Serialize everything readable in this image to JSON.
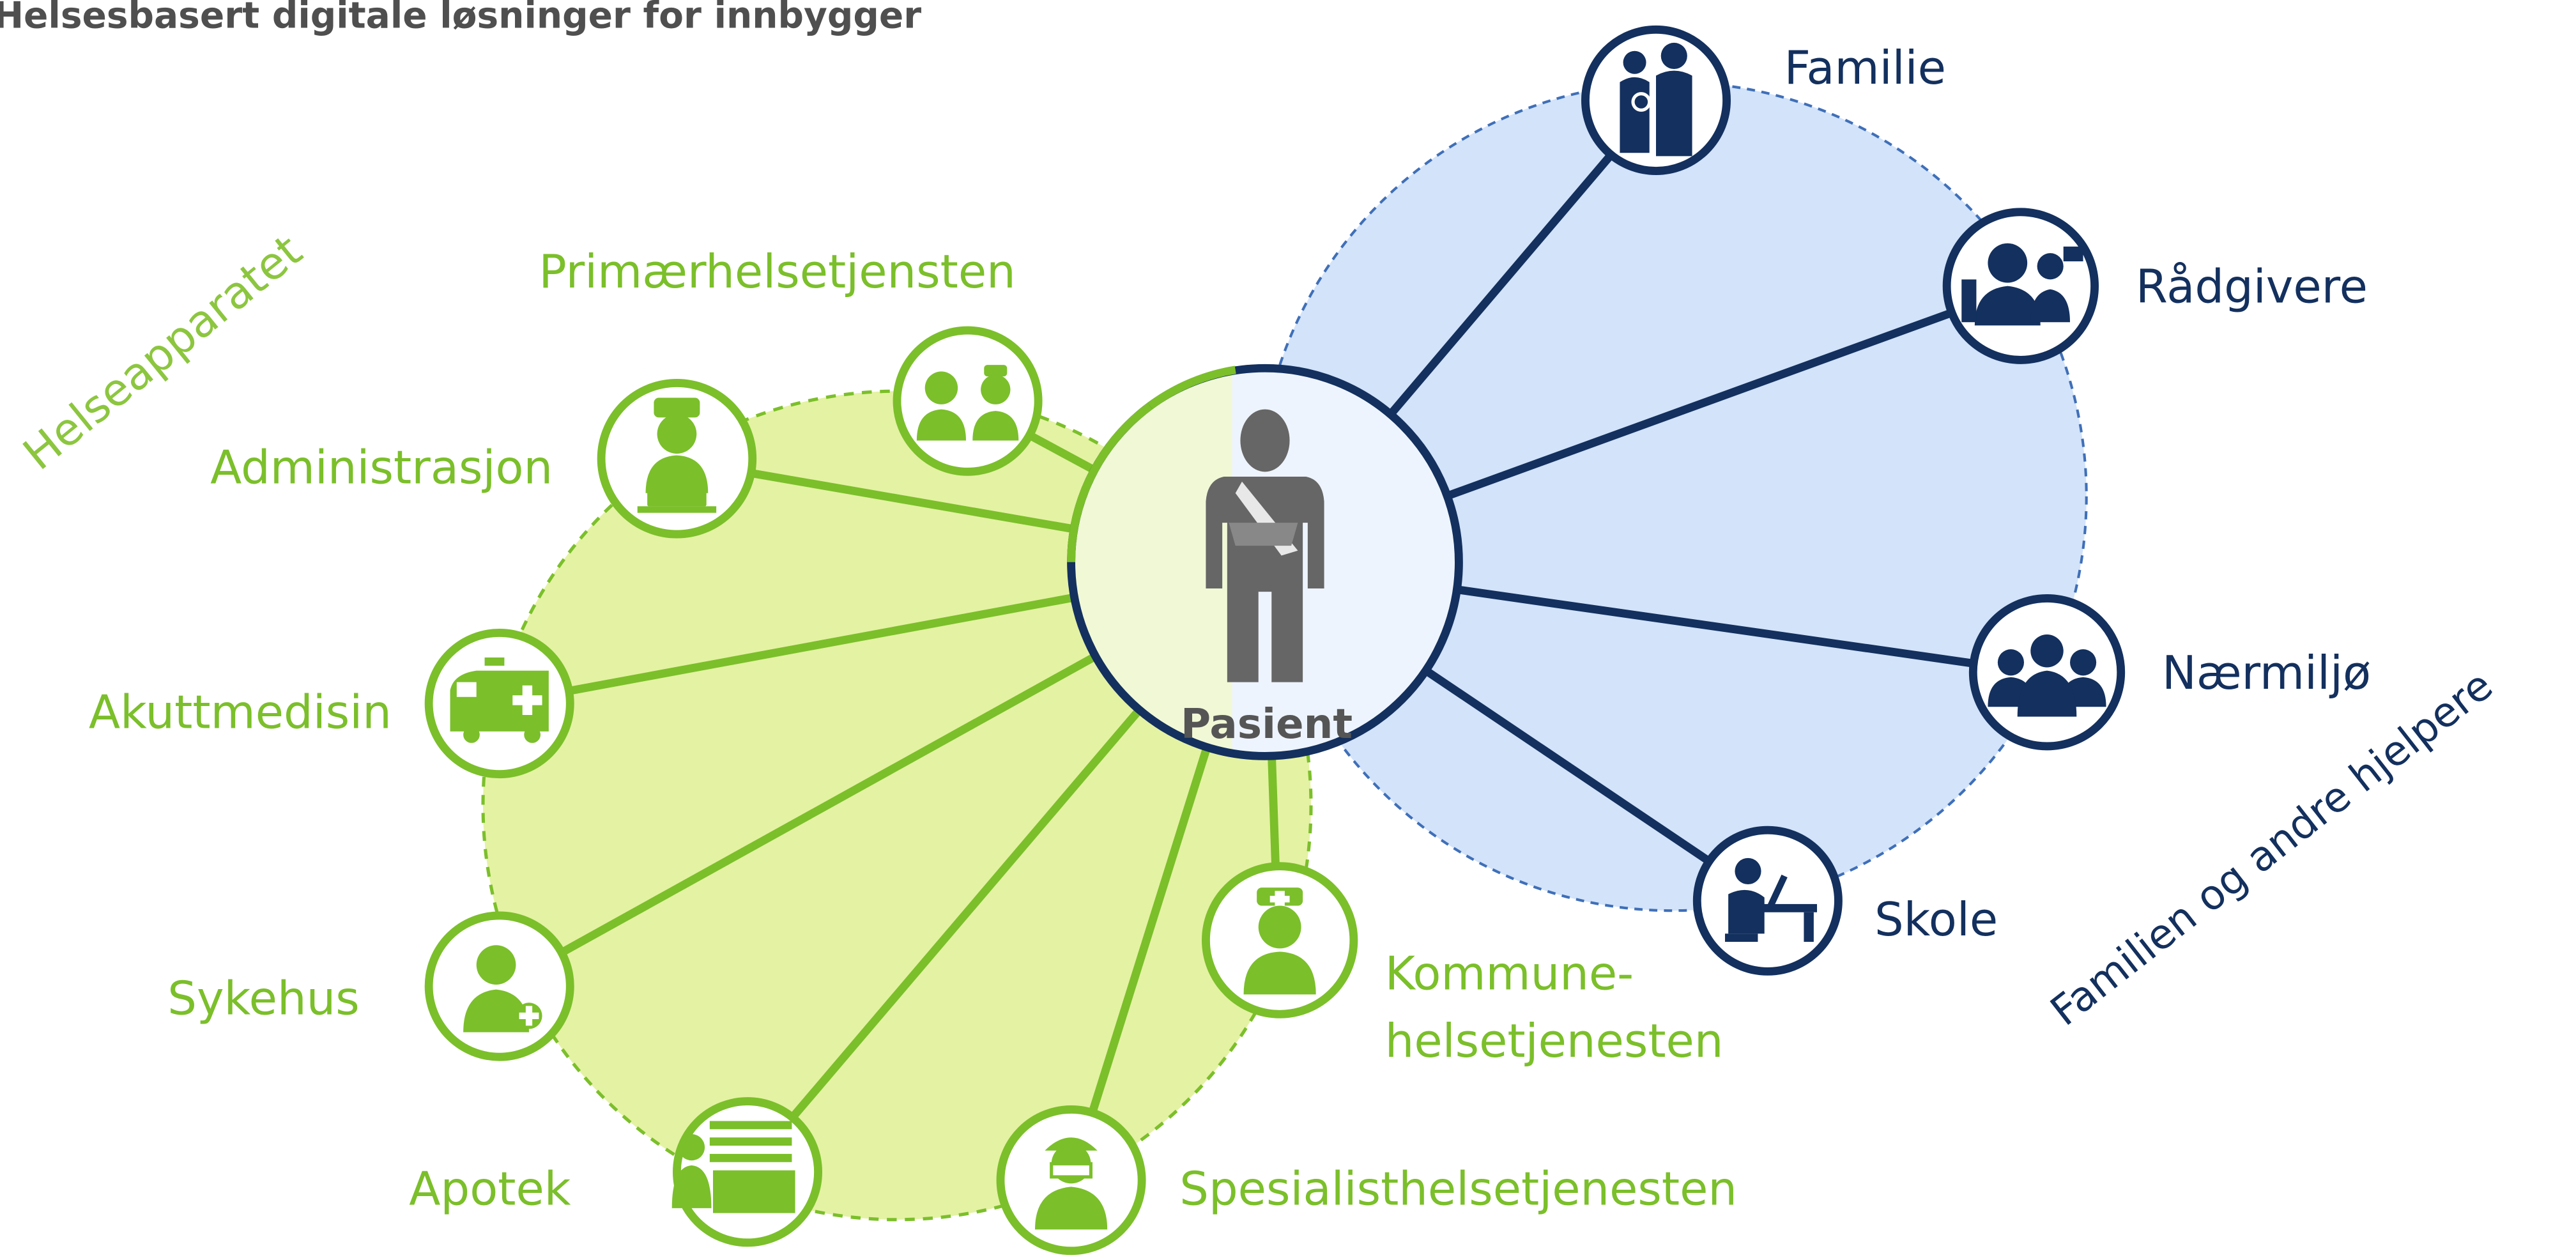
{
  "header": {
    "title": "Helsesbasert digitale løsninger for innbygger"
  },
  "colors": {
    "green": "#7bbf2a",
    "green_fill": "#e4f2a3",
    "green_title": "#8cc63f",
    "navy": "#13305e",
    "blue_fill": "#d2e3fa",
    "blue_dash": "#3f6fb8",
    "grey": "#666666"
  },
  "groups": {
    "health": {
      "label": "Helseapparatet",
      "nodes": [
        {
          "key": "primary",
          "label": "Primærhelsetjensten",
          "icon": "doctor-nurse-icon"
        },
        {
          "key": "admin",
          "label": "Administrasjon",
          "icon": "nurse-laptop-icon"
        },
        {
          "key": "emergency",
          "label": "Akuttmedisin",
          "icon": "ambulance-icon"
        },
        {
          "key": "hospital",
          "label": "Sykehus",
          "icon": "doctor-icon"
        },
        {
          "key": "pharmacy",
          "label": "Apotek",
          "icon": "pharmacist-icon"
        },
        {
          "key": "specialist",
          "label": "Spesialisthelsetjenesten",
          "icon": "surgeon-icon"
        },
        {
          "key": "municipal",
          "label_line1": "Kommune-",
          "label_line2": "helsetjenesten",
          "icon": "nurse-icon"
        }
      ]
    },
    "family": {
      "label": "Familien og andre hjelpere",
      "nodes": [
        {
          "key": "family",
          "label": "Familie",
          "icon": "family-icon"
        },
        {
          "key": "advisors",
          "label": "Rådgivere",
          "icon": "advisor-icon"
        },
        {
          "key": "neighborhood",
          "label": "Nærmiljø",
          "icon": "group-icon"
        },
        {
          "key": "school",
          "label": "Skole",
          "icon": "student-desk-icon"
        }
      ]
    }
  },
  "center": {
    "label": "Pasient",
    "icon": "patient-sling-icon"
  }
}
